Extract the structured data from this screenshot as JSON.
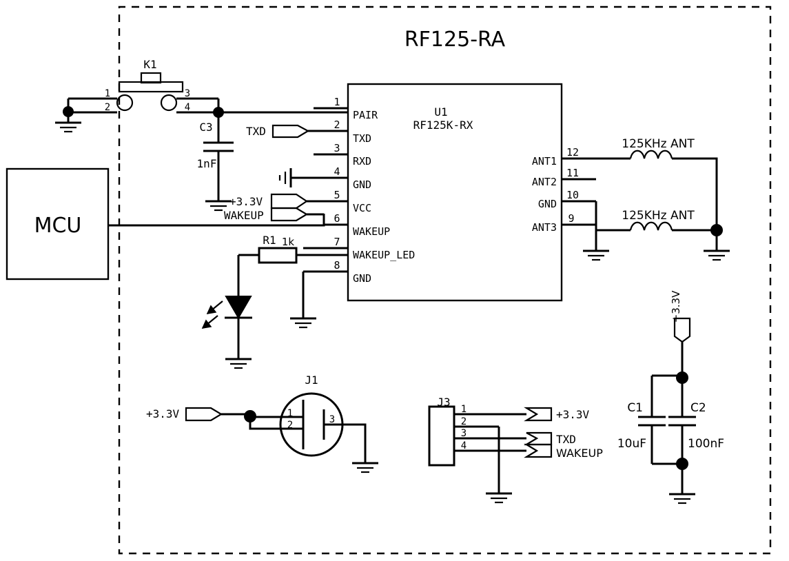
{
  "title": "RF125-RA",
  "module_boundary": {
    "style": "dashed"
  },
  "blocks": {
    "mcu": {
      "label": "MCU"
    },
    "u1": {
      "ref": "U1",
      "part": "RF125K-RX",
      "left_pins": [
        {
          "num": "1",
          "name": "PAIR"
        },
        {
          "num": "2",
          "name": "TXD"
        },
        {
          "num": "3",
          "name": "RXD"
        },
        {
          "num": "4",
          "name": "GND"
        },
        {
          "num": "5",
          "name": "VCC"
        },
        {
          "num": "6",
          "name": "WAKEUP"
        },
        {
          "num": "7",
          "name": "WAKEUP_LED"
        },
        {
          "num": "8",
          "name": "GND"
        }
      ],
      "right_pins": [
        {
          "num": "12",
          "name": "ANT1"
        },
        {
          "num": "11",
          "name": "ANT2"
        },
        {
          "num": "10",
          "name": "GND"
        },
        {
          "num": "9",
          "name": "ANT3"
        }
      ]
    }
  },
  "components": {
    "k1": {
      "ref": "K1",
      "pins": [
        "1",
        "2",
        "3",
        "4"
      ]
    },
    "c3": {
      "ref": "C3",
      "value": "1nF"
    },
    "r1": {
      "ref": "R1",
      "value": "1k"
    },
    "c1": {
      "ref": "C1",
      "value": "10uF"
    },
    "c2": {
      "ref": "C2",
      "value": "100nF"
    },
    "ant_top": {
      "label": "125KHz  ANT"
    },
    "ant_bottom": {
      "label": "125KHz  ANT"
    },
    "j1": {
      "ref": "J1",
      "pins": [
        "1",
        "2",
        "3"
      ]
    },
    "j3": {
      "ref": "J3",
      "pins": [
        "1",
        "2",
        "3",
        "4"
      ]
    }
  },
  "nets": {
    "txd_flag": "TXD",
    "vcc_flag_u1": "+3.3V",
    "wakeup_flag_u1": "WAKEUP",
    "vcc_flag_j1": "+3.3V",
    "vcc_flag_c": "+3.3V",
    "j3_pin1_flag": "+3.3V",
    "j3_pin3_flag": "TXD",
    "j3_pin4_flag": "WAKEUP"
  },
  "colors": {
    "ink": "#000000",
    "paper": "#ffffff"
  }
}
